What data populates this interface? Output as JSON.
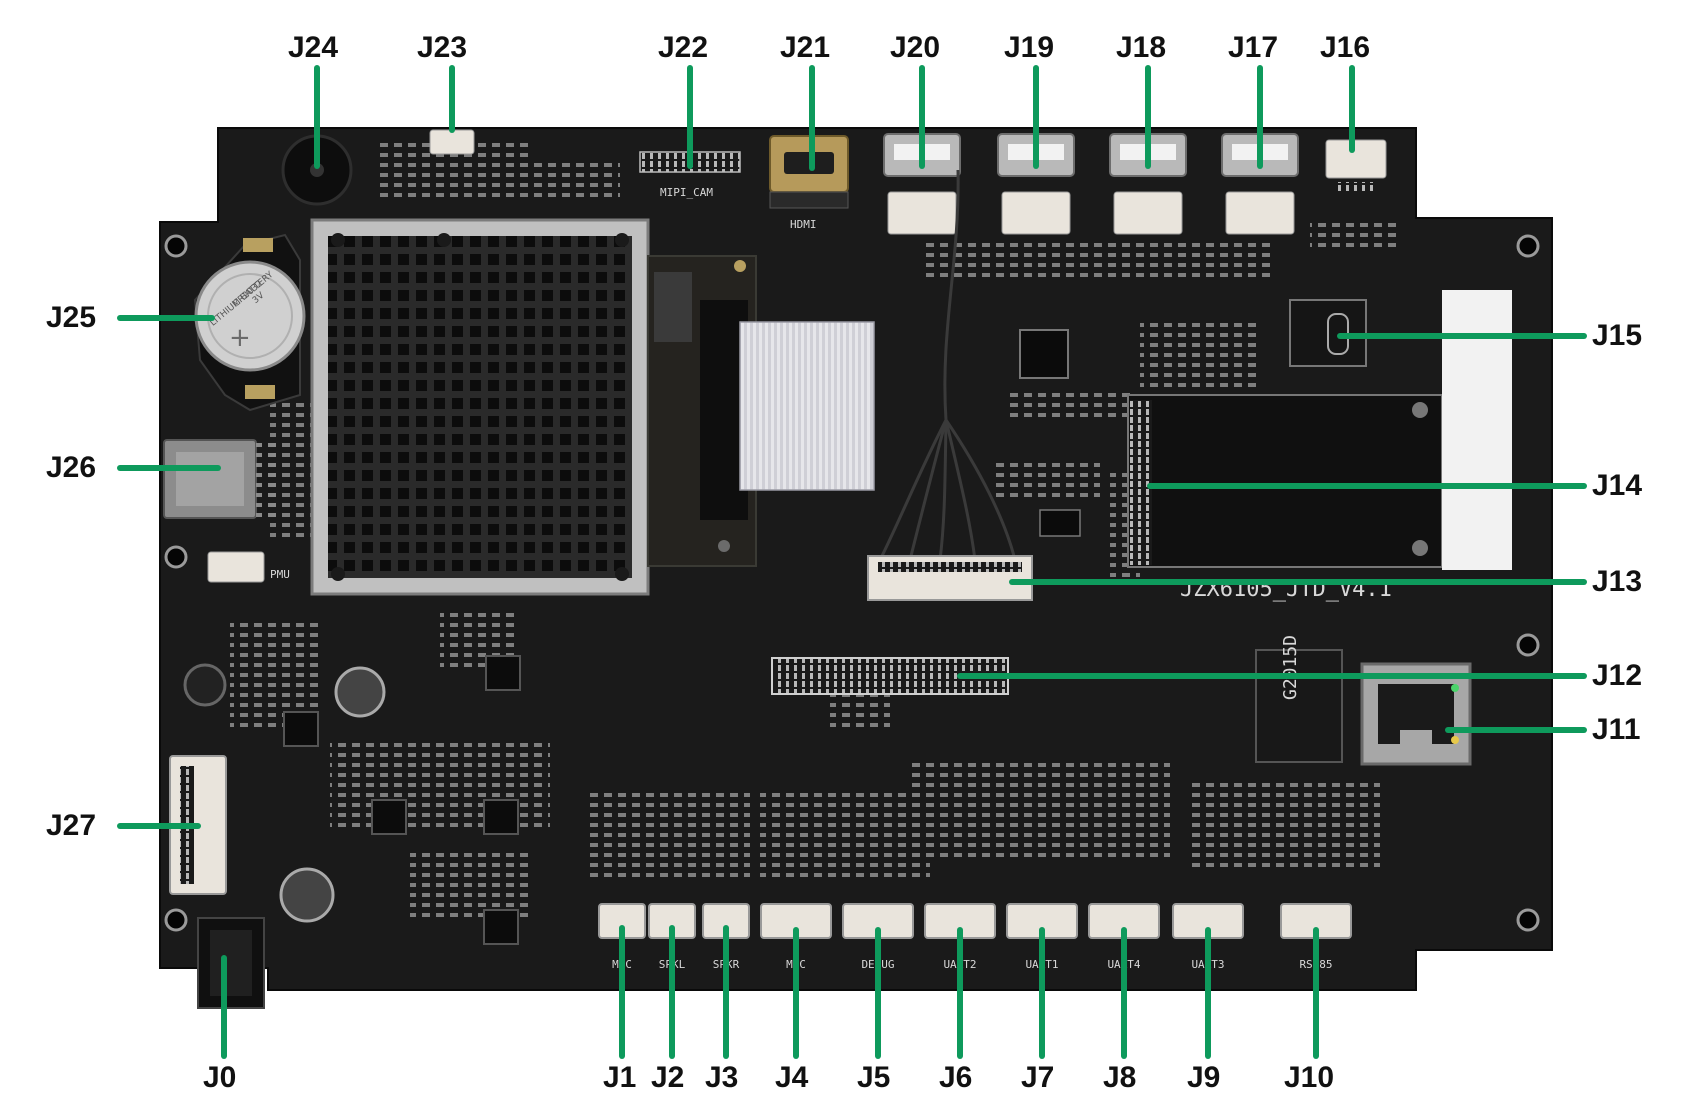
{
  "figure": {
    "board_silkscreen": "JZX6105_JTD_V4.1",
    "connector_silk": {
      "mipi_cam": "MIPI_CAM",
      "hdmi": "HDMI",
      "pmu": "PMU",
      "mic": "MIC",
      "spkl": "SPKL",
      "spkr": "SPKR",
      "debug": "DEBUG",
      "uart2": "UART2",
      "uart1": "UART1",
      "uart4": "UART4",
      "uart3": "UART3",
      "rs485": "RS485",
      "magnetics": "G2015D",
      "battery_model": "CR2032",
      "battery_voltage": "3V",
      "battery_text": "LITHIUM BATTERY"
    }
  },
  "callouts": [
    {
      "id": "J24",
      "label": "J24"
    },
    {
      "id": "J23",
      "label": "J23"
    },
    {
      "id": "J22",
      "label": "J22"
    },
    {
      "id": "J21",
      "label": "J21"
    },
    {
      "id": "J20",
      "label": "J20"
    },
    {
      "id": "J19",
      "label": "J19"
    },
    {
      "id": "J18",
      "label": "J18"
    },
    {
      "id": "J17",
      "label": "J17"
    },
    {
      "id": "J16",
      "label": "J16"
    },
    {
      "id": "J25",
      "label": "J25"
    },
    {
      "id": "J26",
      "label": "J26"
    },
    {
      "id": "J27",
      "label": "J27"
    },
    {
      "id": "J15",
      "label": "J15"
    },
    {
      "id": "J14",
      "label": "J14"
    },
    {
      "id": "J13",
      "label": "J13"
    },
    {
      "id": "J12",
      "label": "J12"
    },
    {
      "id": "J11",
      "label": "J11"
    },
    {
      "id": "J0",
      "label": "J0"
    },
    {
      "id": "J1",
      "label": "J1"
    },
    {
      "id": "J2",
      "label": "J2"
    },
    {
      "id": "J3",
      "label": "J3"
    },
    {
      "id": "J4",
      "label": "J4"
    },
    {
      "id": "J5",
      "label": "J5"
    },
    {
      "id": "J6",
      "label": "J6"
    },
    {
      "id": "J7",
      "label": "J7"
    },
    {
      "id": "J8",
      "label": "J8"
    },
    {
      "id": "J9",
      "label": "J9"
    },
    {
      "id": "J10",
      "label": "J10"
    }
  ],
  "colors": {
    "pcb": "#1a1a1a",
    "leader": "#0e9a5c",
    "label": "#111111",
    "heatsink": "#151515",
    "metal": "#c9c9c9",
    "connector": "#e9e4dc"
  }
}
